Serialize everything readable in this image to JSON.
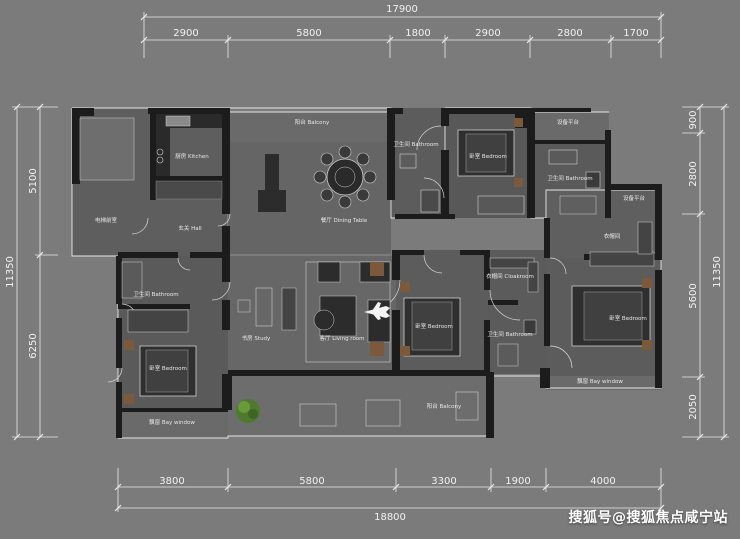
{
  "dimensions": {
    "top_total": "17900",
    "top_segments": [
      "2900",
      "5800",
      "1800",
      "2900",
      "2800",
      "1700"
    ],
    "bottom_total": "18800",
    "bottom_segments": [
      "3800",
      "5800",
      "3300",
      "1900",
      "4000"
    ],
    "left_total": "11350",
    "left_segments": [
      "5100",
      "6250"
    ],
    "right_total": "11350",
    "right_segments": [
      "900",
      "2800",
      "5600",
      "2050"
    ]
  },
  "rooms": {
    "balcony_top": "阳台 Balcony",
    "kitchen": "厨房 Kitchen",
    "elevator": "电梯前室",
    "hall": "玄关 Hall",
    "dining": "餐厅 Dining Table",
    "bath_center": "卫生间 Bathroom",
    "bedroom_top": "卧室 Bedroom",
    "equip_top": "设备平台",
    "bath_top_right": "卫生间 Bathroom",
    "equip_right": "设备平台",
    "cloakroom_right": "衣帽间",
    "bath_left": "卫生间 Bathroom",
    "study": "书房 Study",
    "living": "客厅 Living room",
    "bedroom_mid": "卧室 Bedroom",
    "cloakroom_mid": "衣帽间 Cloakroom",
    "bath_mid": "卫生间 Bathroom",
    "master_bedroom": "卧室 Bedroom",
    "bay_window_right": "飘窗 Bay window",
    "bedroom_left": "卧室 Bedroom",
    "bay_window_left": "飘窗 Bay window",
    "balcony_bottom": "阳台 Balcony"
  },
  "watermark": "搜狐号@搜狐焦点咸宁站",
  "colors": {
    "background": "#7b7b7b",
    "wall": "#1c1c1c",
    "floor": "#5d5d5d",
    "outline": "#e8e8e8"
  }
}
